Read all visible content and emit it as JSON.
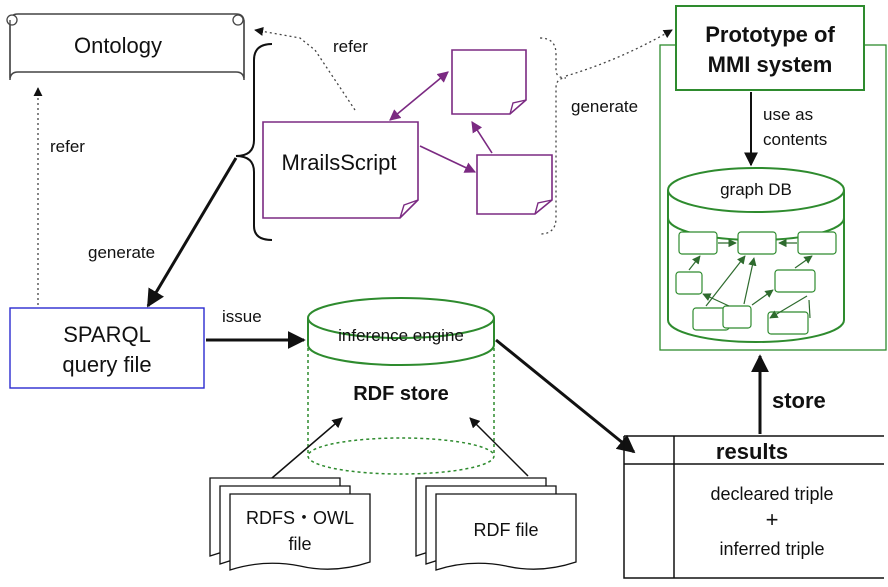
{
  "ontology": {
    "label": "Ontology"
  },
  "edges": {
    "refer_top": "refer",
    "refer_left": "refer",
    "generate_left": "generate",
    "generate_right": "generate",
    "issue": "issue",
    "use_as_contents_1": "use as",
    "use_as_contents_2": "contents",
    "store": "store"
  },
  "mrails_script": {
    "label": "MrailsScript"
  },
  "prototype": {
    "line1": "Prototype of",
    "line2": "MMI system"
  },
  "graph_db": {
    "label": "graph DB"
  },
  "sparql": {
    "line1": "SPARQL",
    "line2": "query file"
  },
  "inference": {
    "engine_label": "inference engine",
    "store_label": "RDF store"
  },
  "rdfs_owl": {
    "line1": "RDFS・OWL",
    "line2": "file"
  },
  "rdf_file": {
    "label": "RDF file"
  },
  "results": {
    "title": "results",
    "line1": "decleared triple",
    "line2": "+",
    "line3": "inferred triple"
  },
  "colors": {
    "purple": "#7b2a82",
    "green": "#2e8b2e",
    "blue": "#2a2ad0",
    "black": "#111111",
    "gray": "#555555"
  }
}
